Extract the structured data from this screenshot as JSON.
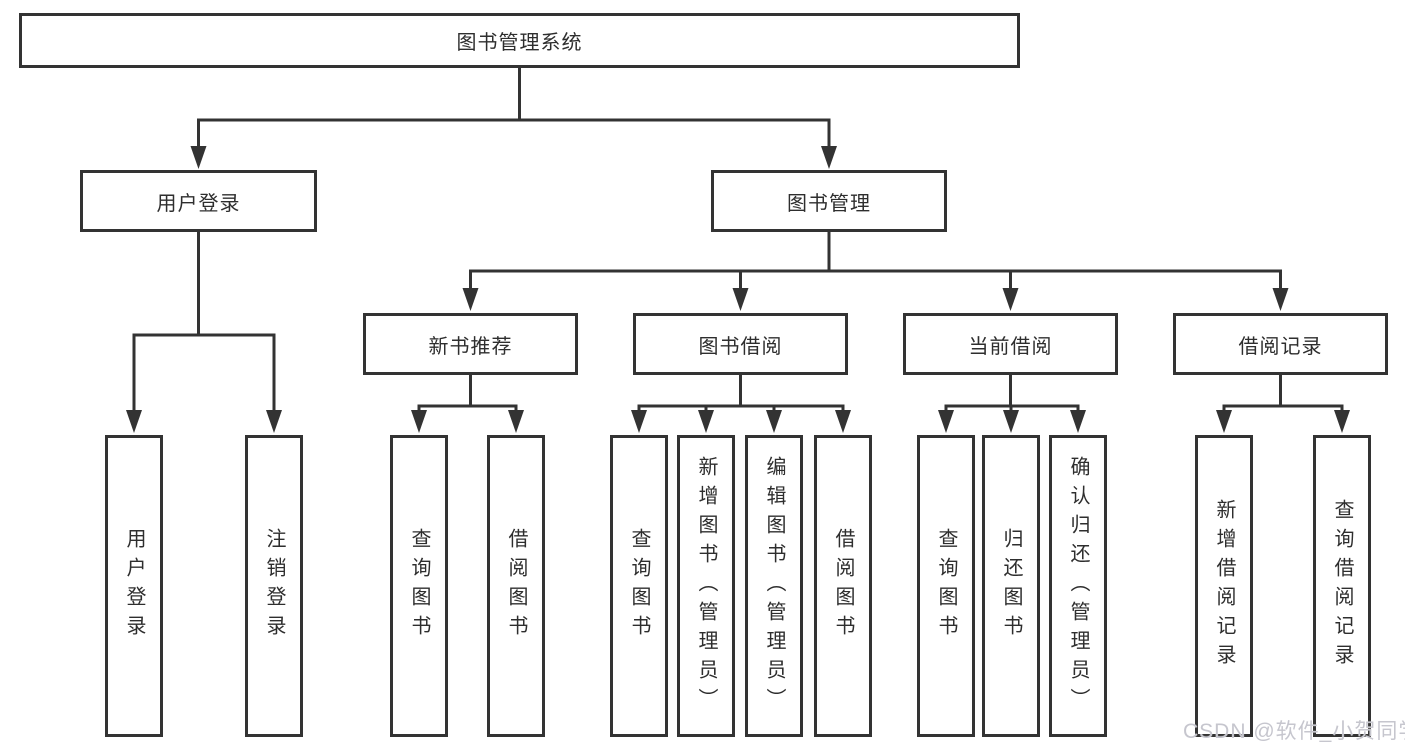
{
  "colors": {
    "line": "#333333",
    "text": "#2e2e2e",
    "background": "#ffffff",
    "watermark": "#c6c6ce"
  },
  "tree": {
    "root": {
      "label": "图书管理系统"
    },
    "branches": [
      {
        "label": "用户登录",
        "children": [
          {
            "label": "用户登录"
          },
          {
            "label": "注销登录"
          }
        ]
      },
      {
        "label": "图书管理",
        "children": [
          {
            "label": "新书推荐",
            "children": [
              {
                "label": "查询图书"
              },
              {
                "label": "借阅图书"
              }
            ]
          },
          {
            "label": "图书借阅",
            "children": [
              {
                "label": "查询图书"
              },
              {
                "label": "新增图书（管理员）"
              },
              {
                "label": "编辑图书（管理员）"
              },
              {
                "label": "借阅图书"
              }
            ]
          },
          {
            "label": "当前借阅",
            "children": [
              {
                "label": "查询图书"
              },
              {
                "label": "归还图书"
              },
              {
                "label": "确认归还（管理员）"
              }
            ]
          },
          {
            "label": "借阅记录",
            "children": [
              {
                "label": "新增借阅记录"
              },
              {
                "label": "查询借阅记录"
              }
            ]
          }
        ]
      }
    ]
  },
  "watermark": {
    "text": "CSDN @软件_小贺同学"
  }
}
